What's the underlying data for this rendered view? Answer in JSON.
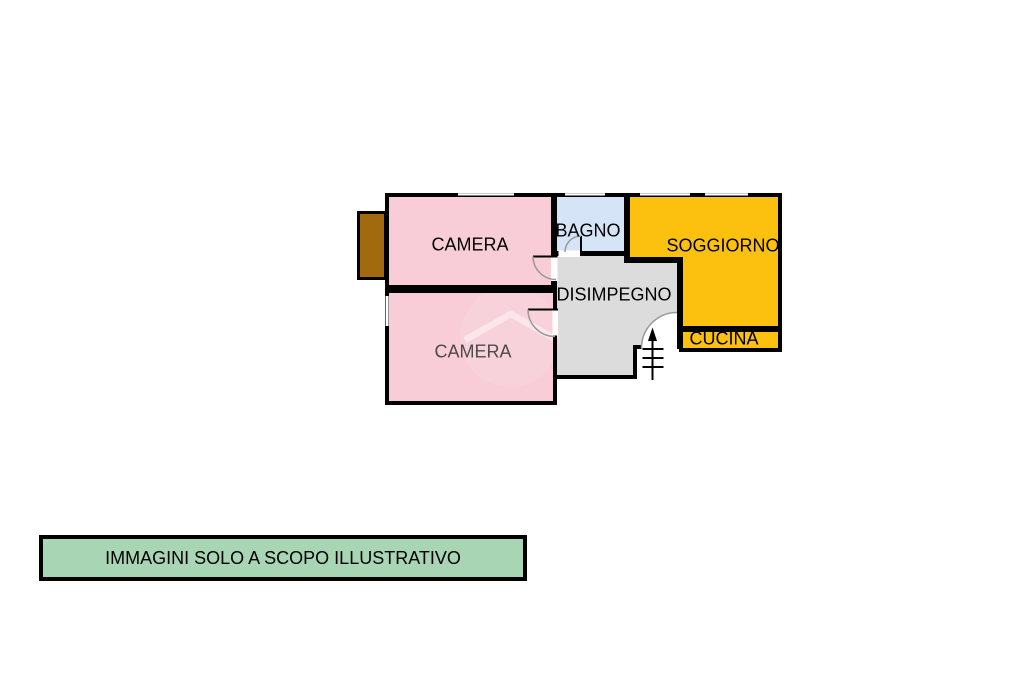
{
  "floorplan": {
    "rooms": {
      "camera_top": {
        "label": "CAMERA",
        "color": "#F9CDD7"
      },
      "camera_bottom": {
        "label": "CAMERA",
        "color": "#F9CDD7"
      },
      "bagno": {
        "label": "BAGNO",
        "color": "#D5E5F7"
      },
      "soggiorno": {
        "label": "SOGGIORNO",
        "color": "#FCC10E"
      },
      "cucina": {
        "label": "CUCINA",
        "color": "#FCC10E"
      },
      "disimpegno": {
        "label": "DISIMPEGNO",
        "color": "#DCDCDC"
      }
    },
    "balcony_color": "#A16A0E",
    "wall_color": "#000000",
    "watermark_color": "#F8D8DF"
  },
  "disclaimer": {
    "text": "IMMAGINI SOLO A SCOPO ILLUSTRATIVO",
    "background": "#A8D5B4"
  }
}
